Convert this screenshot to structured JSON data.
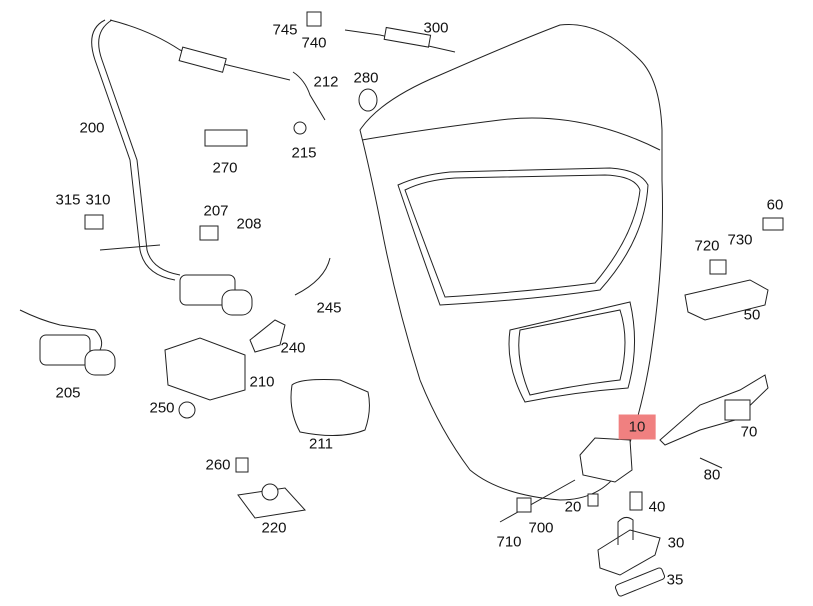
{
  "diagram": {
    "highlight_color": "#f08080",
    "callouts": [
      {
        "id": "745",
        "label": "745"
      },
      {
        "id": "740",
        "label": "740"
      },
      {
        "id": "300",
        "label": "300"
      },
      {
        "id": "212",
        "label": "212"
      },
      {
        "id": "280",
        "label": "280"
      },
      {
        "id": "200",
        "label": "200"
      },
      {
        "id": "215",
        "label": "215"
      },
      {
        "id": "270",
        "label": "270"
      },
      {
        "id": "315",
        "label": "315"
      },
      {
        "id": "310",
        "label": "310"
      },
      {
        "id": "207",
        "label": "207"
      },
      {
        "id": "208",
        "label": "208"
      },
      {
        "id": "60",
        "label": "60"
      },
      {
        "id": "720",
        "label": "720"
      },
      {
        "id": "730",
        "label": "730"
      },
      {
        "id": "245",
        "label": "245"
      },
      {
        "id": "50",
        "label": "50"
      },
      {
        "id": "240",
        "label": "240"
      },
      {
        "id": "205",
        "label": "205"
      },
      {
        "id": "210",
        "label": "210"
      },
      {
        "id": "250",
        "label": "250"
      },
      {
        "id": "211",
        "label": "211"
      },
      {
        "id": "10",
        "label": "10",
        "highlighted": true
      },
      {
        "id": "70",
        "label": "70"
      },
      {
        "id": "80",
        "label": "80"
      },
      {
        "id": "260",
        "label": "260"
      },
      {
        "id": "20",
        "label": "20"
      },
      {
        "id": "40",
        "label": "40"
      },
      {
        "id": "220",
        "label": "220"
      },
      {
        "id": "710",
        "label": "710"
      },
      {
        "id": "700",
        "label": "700"
      },
      {
        "id": "30",
        "label": "30"
      },
      {
        "id": "35",
        "label": "35"
      }
    ]
  }
}
